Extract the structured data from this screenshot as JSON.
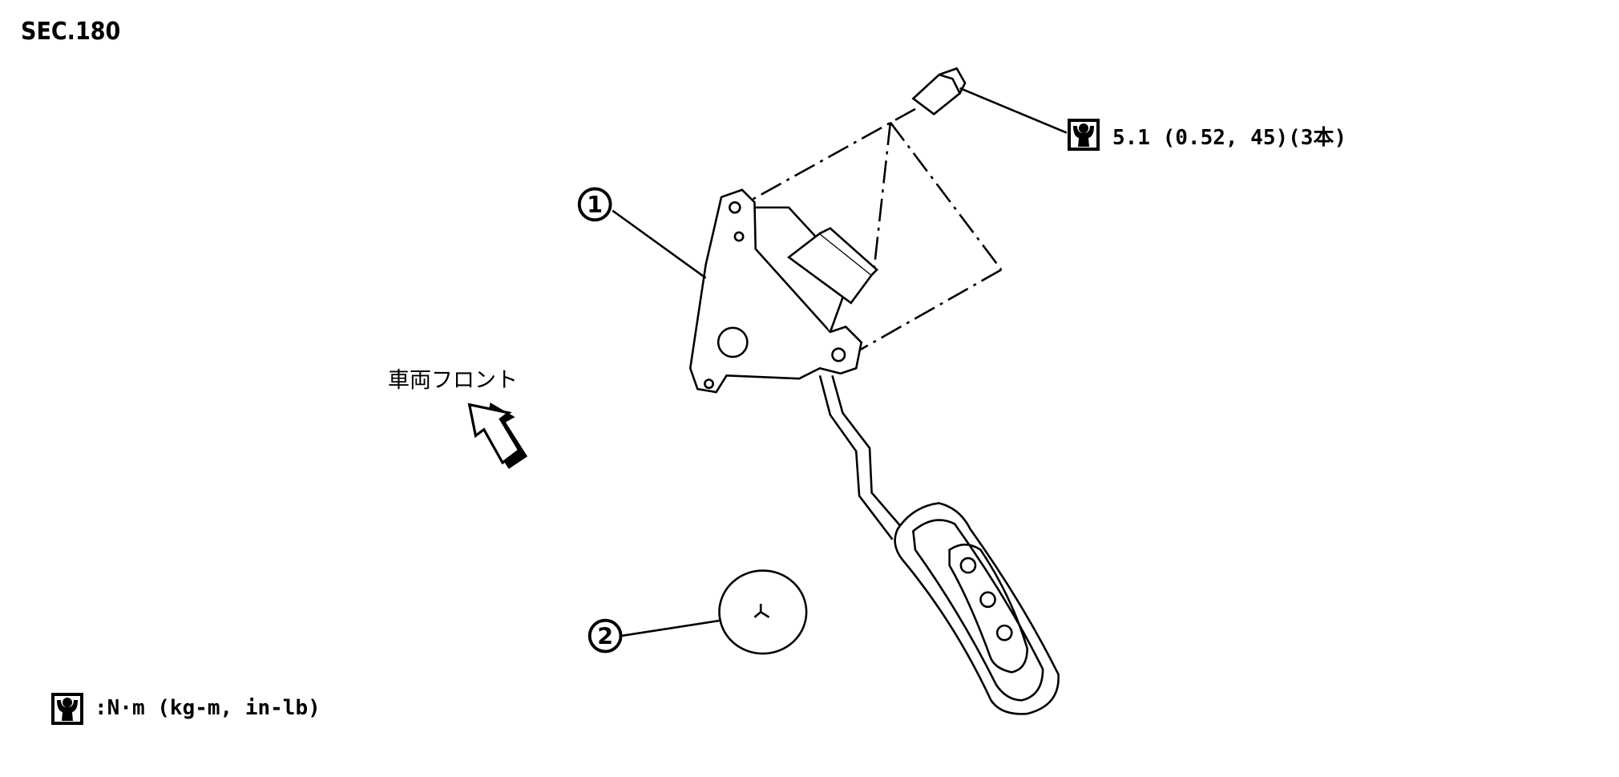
{
  "section": "SEC.180",
  "torque_spec": "5.1 (0.52, 45)(3本)",
  "torque_legend": ":N·m (kg-m, in-lb)",
  "direction_label": "車両フロント",
  "callouts": [
    "1",
    "2"
  ],
  "icons": {
    "torque": "torque-wrench-icon",
    "direction": "front-arrow-icon"
  }
}
